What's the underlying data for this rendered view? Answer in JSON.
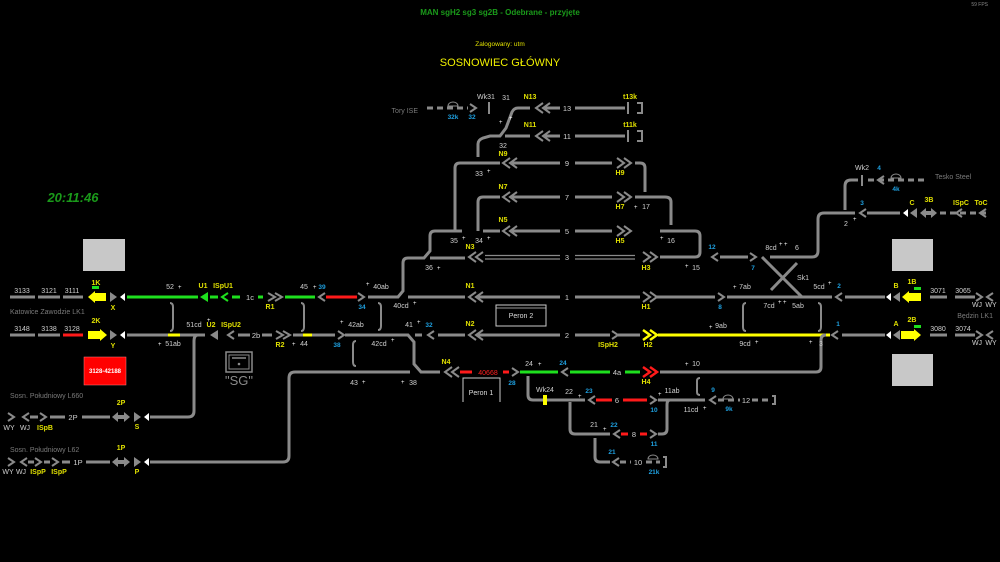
{
  "header": {
    "status": "MAN sgH2 sg3 sg2B - Odebrane - przyjęte",
    "fps": "59 FPS",
    "user": "Zalogowany: utm",
    "station": "SOSNOWIEC GŁÓWNY",
    "clock": "20:11:46"
  },
  "colors": {
    "background": "#000000",
    "track_free": "#8a8a8a",
    "route_set": "#1ee01e",
    "occupied": "#ff1a1a",
    "signal_labels": "#e0e000",
    "point_numbers_blue": "#1ea0e0",
    "header_green": "#1a9a1a"
  },
  "places": {
    "katowice": "Katowice Zawodzie LK1",
    "bedzin": "Będzin LK1",
    "l660": "Sosn. Południowy L660",
    "l62": "Sosn. Południowy L62",
    "tory_ise": "Tory ISE",
    "tesko": "Tesko Steel"
  },
  "alarm_box": "3128-42188",
  "sg_icon_label": "\"SG\"",
  "platforms": {
    "peron1": "Peron 1",
    "peron2": "Peron 2"
  },
  "blocks": {
    "b3133": "3133",
    "b3121": "3121",
    "b3111": "3111",
    "b3148": "3148",
    "b3138": "3138",
    "b3128": "3128",
    "b3071": "3071",
    "b3065": "3065",
    "b3080": "3080",
    "b3074": "3074",
    "b40668": "40668"
  },
  "tracks": {
    "t1": "1",
    "t2": "2",
    "t3": "3",
    "t4a": "4a",
    "t5": "5",
    "t6": "6",
    "t7": "7",
    "t8": "8",
    "t9": "9",
    "t10": "10",
    "t11": "11",
    "t12": "12",
    "t13": "13",
    "t1c": "1c",
    "t2b": "2b",
    "t1p": "1P",
    "t2p": "2P"
  },
  "signals": {
    "k1": "1K",
    "k2": "2K",
    "x": "X",
    "y": "Y",
    "u1": "U1",
    "ispu1": "ISpU1",
    "u2": "U2",
    "ispu2": "ISpU2",
    "r1": "R1",
    "r2": "R2",
    "n1": "N1",
    "n2": "N2",
    "n3": "N3",
    "n4": "N4",
    "n5": "N5",
    "n7": "N7",
    "n9": "N9",
    "n11": "N11",
    "n13": "N13",
    "t13k": "t13k",
    "t11k": "t11k",
    "h1": "H1",
    "h2": "H2",
    "isph2": "ISpH2",
    "h3": "H3",
    "h4": "H4",
    "h5": "H5",
    "h7": "H7",
    "h9": "H9",
    "a": "A",
    "b": "B",
    "c": "C",
    "b1": "1B",
    "b2": "2B",
    "b3": "3B",
    "ispc": "ISpC",
    "toc": "ToC",
    "p2": "2P",
    "s": "S",
    "p1": "1P",
    "p": "P",
    "ispb": "ISpB",
    "ispp1": "ISpP",
    "ispp2": "ISpP",
    "wy1": "WY",
    "wj1": "WJ",
    "wy2": "WY",
    "wj2": "WJ",
    "wj3": "WJ",
    "wy3": "WY",
    "wj4": "WJ",
    "wy4": "WY"
  },
  "points": {
    "p52": "52",
    "p51cd": "51cd",
    "p51ab": "51ab",
    "p45": "45",
    "p44": "44",
    "p40ab": "40ab",
    "p40cd": "40cd",
    "p42ab": "42ab",
    "p42cd": "42cd",
    "p41": "41",
    "p43": "43",
    "p38": "38",
    "p36": "36",
    "p35": "35",
    "p34": "34",
    "p33": "33",
    "p32": "32",
    "p31": "31",
    "p24": "24",
    "p22": "22",
    "p21": "21",
    "p17": "17",
    "p16": "16",
    "p15": "15",
    "p10": "10",
    "p11ab": "11ab",
    "p11cd": "11cd",
    "p9ab": "9ab",
    "p9cd": "9cd",
    "p8cd": "8cd",
    "p6": "6",
    "p7ab": "7ab",
    "p7cd": "7cd",
    "p5ab": "5ab",
    "p5cd": "5cd",
    "p3": "3",
    "p2": "2",
    "sk1": "Sk1",
    "wk31": "Wk31",
    "wk24": "Wk24",
    "wk2": "Wk2"
  },
  "blue": {
    "b39": "39",
    "b34": "34",
    "b38": "38",
    "b32": "32",
    "b32k": "32k",
    "b32b": "32",
    "b28": "28",
    "b24": "24",
    "b23": "23",
    "b22": "22",
    "b21": "21",
    "b21k": "21k",
    "b10": "10",
    "b11": "11",
    "b9": "9",
    "b9k": "9k",
    "b12": "12",
    "b7": "7",
    "b8": "8",
    "b1": "1",
    "b2": "2",
    "b3": "3",
    "b4": "4",
    "b4k": "4k"
  }
}
